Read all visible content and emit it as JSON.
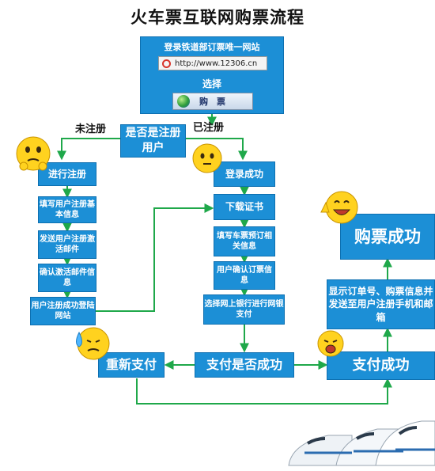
{
  "title": "火车票互联网购票流程",
  "website": {
    "heading": "登录铁道部订票唯一网站",
    "url": "http://www.12306.cn",
    "select_label": "选择",
    "buy_button": "购　票"
  },
  "decision_registered": "是否是注册用户",
  "branch_unregistered": "未注册",
  "branch_registered": "已注册",
  "left_steps": [
    "进行注册",
    "填写用户注册基本信息",
    "发送用户注册激活邮件",
    "确认激活邮件信息",
    "用户注册成功登陆网站"
  ],
  "right_steps": [
    "登录成功",
    "下载证书",
    "填写车票预订相关信息",
    "用户确认订票信息",
    "选择网上银行进行网银支付"
  ],
  "pay_decision": "支付是否成功",
  "repay": "重新支付",
  "pay_success": "支付成功",
  "show_order": "显示订单号、购票信息并发送至用户注册手机和邮箱",
  "buy_success": "购票成功",
  "colors": {
    "box": "#1c8fd6",
    "arrow": "#1fa84a",
    "face": "#ffd21f"
  }
}
